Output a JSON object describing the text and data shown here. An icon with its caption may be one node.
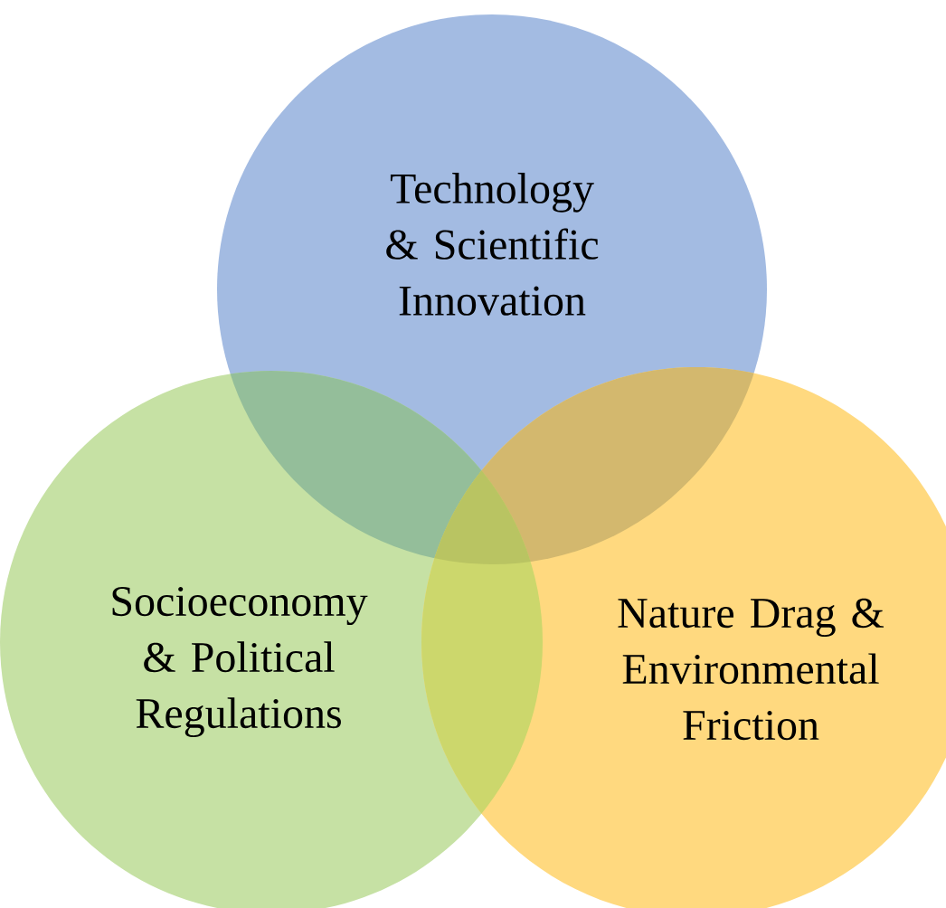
{
  "diagram": {
    "nodes": [
      {
        "text": [
          "Technology & Scientific Innovation"
        ]
      },
      {
        "text": [
          "Socioeconomy & Political Regulations"
        ]
      },
      {
        "text": [
          "Nature Drag & Environmental Friction"
        ]
      }
    ]
  }
}
